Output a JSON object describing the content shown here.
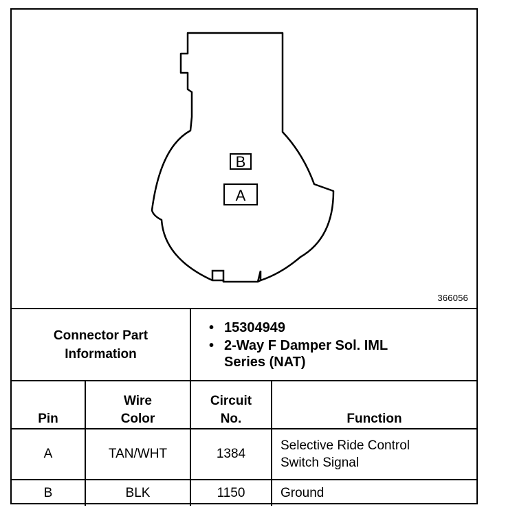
{
  "figure": {
    "number": "366056",
    "cavities": [
      {
        "label": "B"
      },
      {
        "label": "A"
      }
    ]
  },
  "part_info": {
    "label_line1": "Connector Part",
    "label_line2": "Information",
    "items": [
      {
        "line1": "15304949",
        "line2": ""
      },
      {
        "line1": "2-Way F Damper Sol. IML",
        "line2": "Series (NAT)"
      }
    ]
  },
  "table": {
    "headers": {
      "pin": "Pin",
      "wire_line1": "Wire",
      "wire_line2": "Color",
      "circuit_line1": "Circuit",
      "circuit_line2": "No.",
      "function": "Function"
    },
    "rows": [
      {
        "pin": "A",
        "wire_color": "TAN/WHT",
        "circuit": "1384",
        "function_line1": "Selective Ride Control",
        "function_line2": "Switch Signal"
      },
      {
        "pin": "B",
        "wire_color": "BLK",
        "circuit": "1150",
        "function_line1": "Ground",
        "function_line2": ""
      }
    ]
  }
}
